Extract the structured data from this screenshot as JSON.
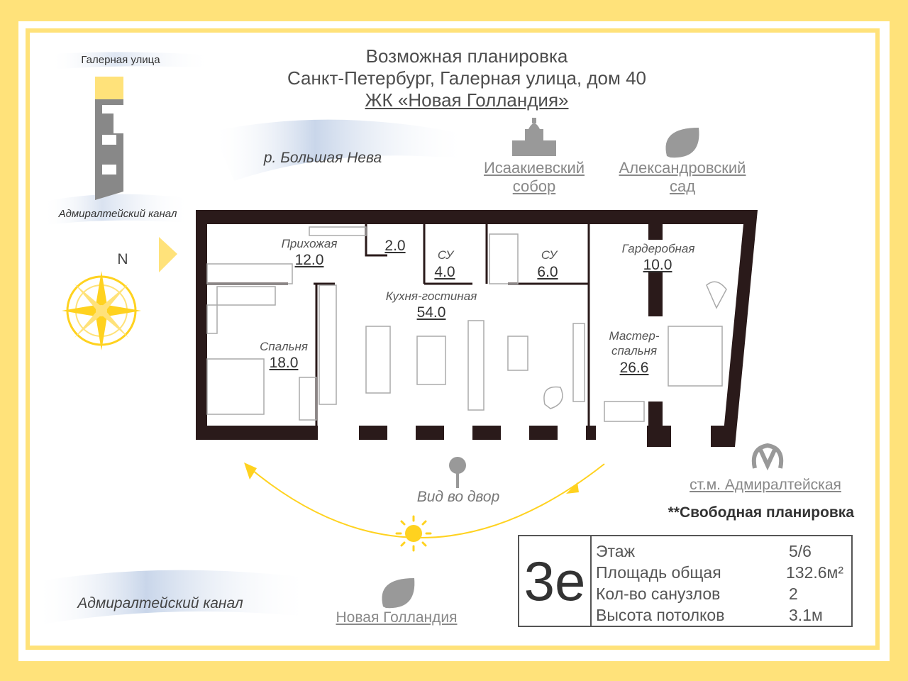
{
  "header": {
    "line1": "Возможная планировка",
    "line2": "Санкт-Петербург, Галерная улица, дом 40",
    "line3": "ЖК «Новая Голландия»"
  },
  "map": {
    "street": "Галерная улица",
    "river": "р. Большая Нева",
    "canal_top": "Адмиралтейский канал",
    "canal_bottom": "Адмиралтейский канал",
    "north": "N"
  },
  "poi": {
    "isaac_1": "Исаакиевский",
    "isaac_2": "собор",
    "garden_1": "Александровский",
    "garden_2": "сад",
    "metro": "ст.м. Адмиралтейская",
    "new_holland": "Новая Голландия",
    "courtyard_view": "Вид во двор"
  },
  "rooms": [
    {
      "name": "Прихожая",
      "area": "12.0"
    },
    {
      "name": "",
      "area": "2.0"
    },
    {
      "name": "СУ",
      "area": "4.0"
    },
    {
      "name": "СУ",
      "area": "6.0"
    },
    {
      "name": "Гардеробная",
      "area": "10.0"
    },
    {
      "name": "Кухня-гостиная",
      "area": "54.0"
    },
    {
      "name": "Спальня",
      "area": "18.0"
    },
    {
      "name": "Мастер-",
      "name2": "спальня",
      "area": "26.6"
    }
  ],
  "note": "**Свободная планировка",
  "info": {
    "code": "3е",
    "rows": [
      {
        "label": "Этаж",
        "value": "5/6"
      },
      {
        "label": "Площадь общая",
        "value": "132.6м²"
      },
      {
        "label": "Кол-во санузлов",
        "value": "2"
      },
      {
        "label": "Высота потолков",
        "value": "3.1м"
      }
    ]
  },
  "colors": {
    "accent": "#ffe27a",
    "sun": "#ffd21f",
    "wall": "#2a1a1a"
  }
}
